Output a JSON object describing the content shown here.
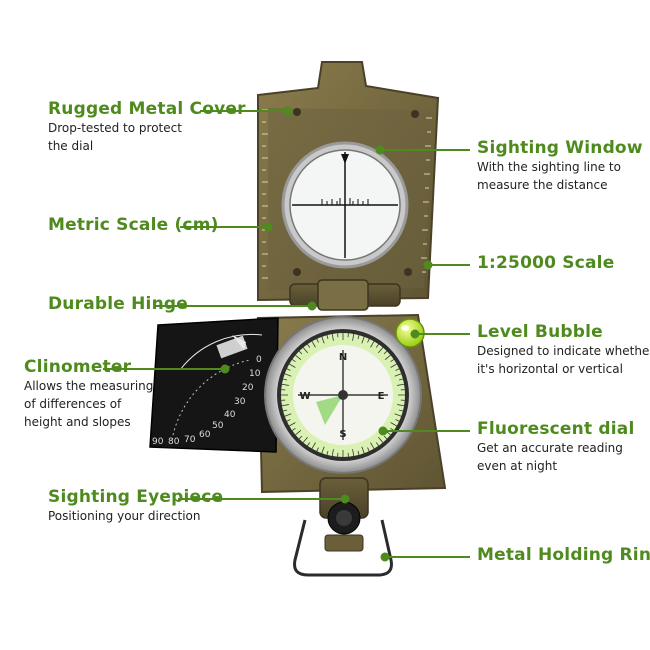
{
  "accent": "#4f8a1e",
  "callouts": {
    "cover": {
      "title": "Rugged Metal Cover",
      "desc1": "Drop-tested to protect",
      "desc2": "the dial"
    },
    "metric": {
      "title": "Metric Scale (cm)"
    },
    "hinge": {
      "title": "Durable Hinge"
    },
    "clinometer": {
      "title": "Clinometer",
      "desc1": "Allows the measuring",
      "desc2": "of differences of",
      "desc3": "height and slopes"
    },
    "eyepiece": {
      "title": "Sighting Eyepiece",
      "desc1": "Positioning your direction"
    },
    "window": {
      "title": "Sighting Window",
      "desc1": "With the sighting line to",
      "desc2": "measure the distance"
    },
    "scale25k": {
      "title": "1:25000 Scale"
    },
    "bubble": {
      "title": "Level Bubble",
      "desc1": "Designed to indicate whether",
      "desc2": "it's horizontal or vertical"
    },
    "dial": {
      "title": "Fluorescent dial",
      "desc1": "Get an accurate reading",
      "desc2": "even at night"
    },
    "ring": {
      "title": "Metal Holding Ring"
    }
  },
  "clinometer_scale": [
    "90",
    "80",
    "70",
    "60",
    "50",
    "40",
    "30",
    "20",
    "10",
    "0"
  ],
  "dial_marks": [
    "N",
    "E",
    "S",
    "W"
  ]
}
